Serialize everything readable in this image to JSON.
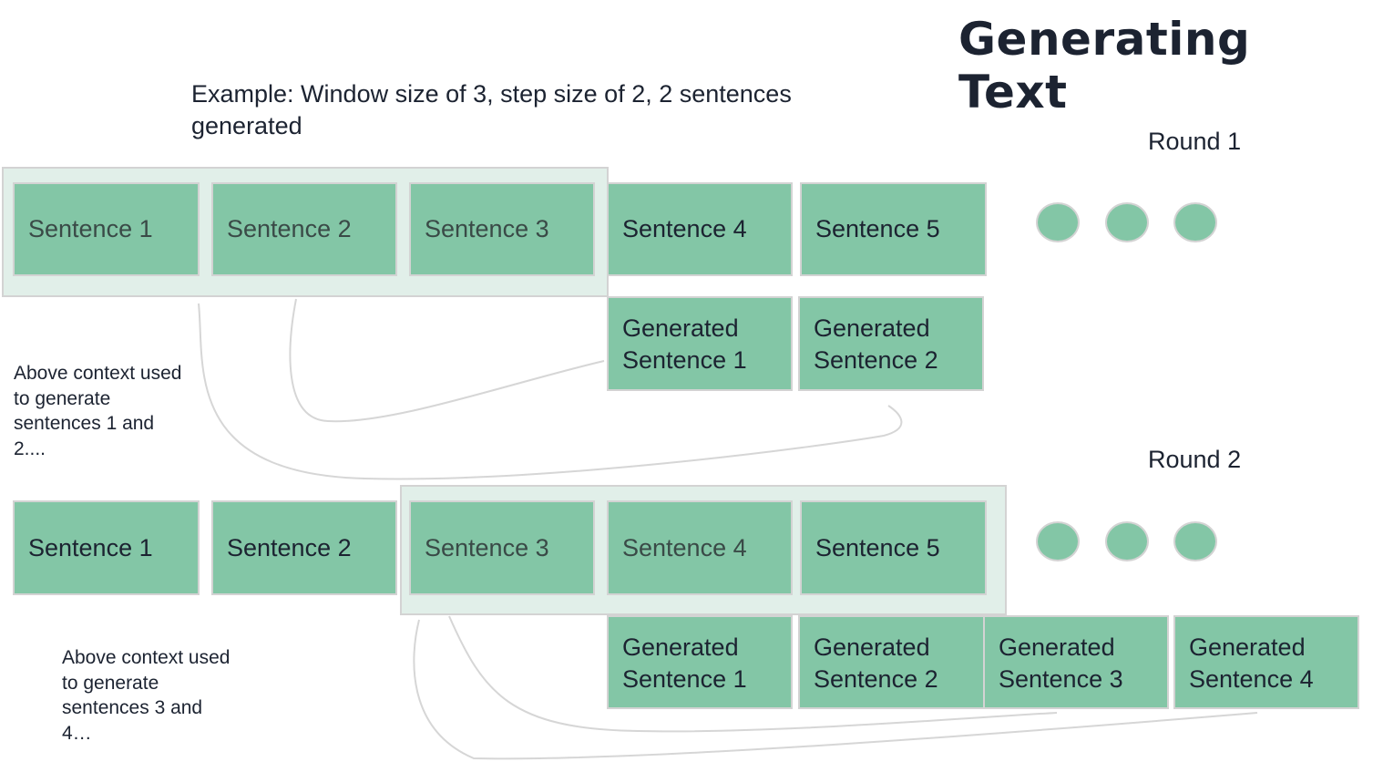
{
  "title": "Generating Text",
  "subtitle": "Example: Window size of 3, step size of 2, 2 sentences generated",
  "colors": {
    "box_fill": "#83c6a6",
    "window_fill": "#e1efe9",
    "border": "#d3d3d3",
    "text": "#1c2331"
  },
  "round1": {
    "label": "Round 1",
    "sentences": [
      "Sentence 1",
      "Sentence 2",
      "Sentence 3",
      "Sentence 4",
      "Sentence 5"
    ],
    "window": [
      "Sentence 1",
      "Sentence 2",
      "Sentence 3"
    ],
    "generated": [
      {
        "line1": "Generated",
        "line2": "Sentence 1"
      },
      {
        "line1": "Generated",
        "line2": "Sentence 2"
      }
    ],
    "note": "Above context used to generate sentences 1 and 2...."
  },
  "round2": {
    "label": "Round 2",
    "sentences": [
      "Sentence 1",
      "Sentence 2",
      "Sentence 3",
      "Sentence 4",
      "Sentence 5"
    ],
    "window": [
      "Sentence 3",
      "Sentence 4",
      "Sentence 5"
    ],
    "generated": [
      {
        "line1": "Generated",
        "line2": "Sentence 1"
      },
      {
        "line1": "Generated",
        "line2": "Sentence 2"
      },
      {
        "line1": "Generated",
        "line2": "Sentence 3"
      },
      {
        "line1": "Generated",
        "line2": "Sentence 4"
      }
    ],
    "note": "Above context used to generate sentences 3 and 4…"
  },
  "ellipsis_icon": "three-dots"
}
